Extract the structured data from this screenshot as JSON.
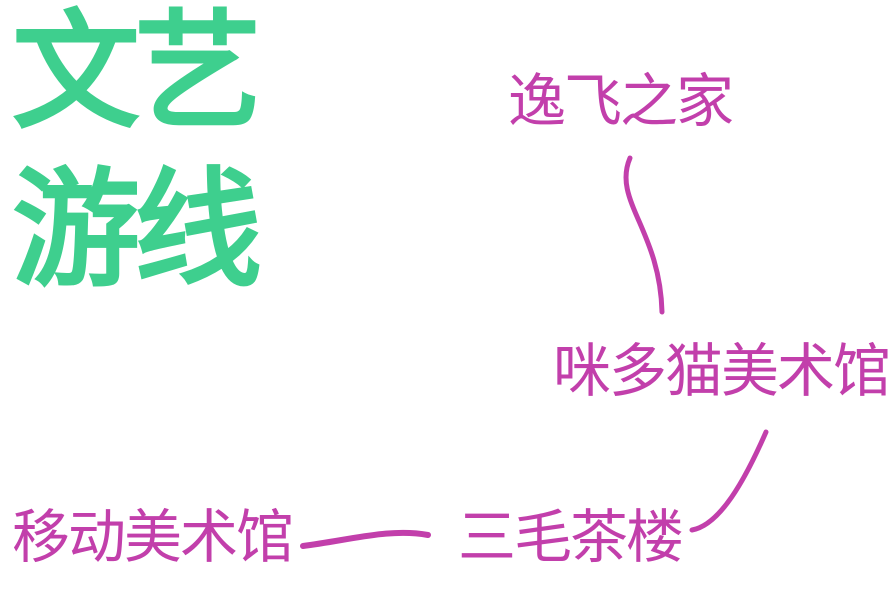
{
  "title": {
    "line1": "文艺",
    "line2": "游线"
  },
  "nodes": {
    "yifei": "逸飞之家",
    "miduomao": "咪多猫美术馆",
    "yidong": "移动美术馆",
    "sanmao": "三毛茶楼"
  },
  "colors": {
    "title": "#3ecf8e",
    "route": "#c23fab"
  }
}
